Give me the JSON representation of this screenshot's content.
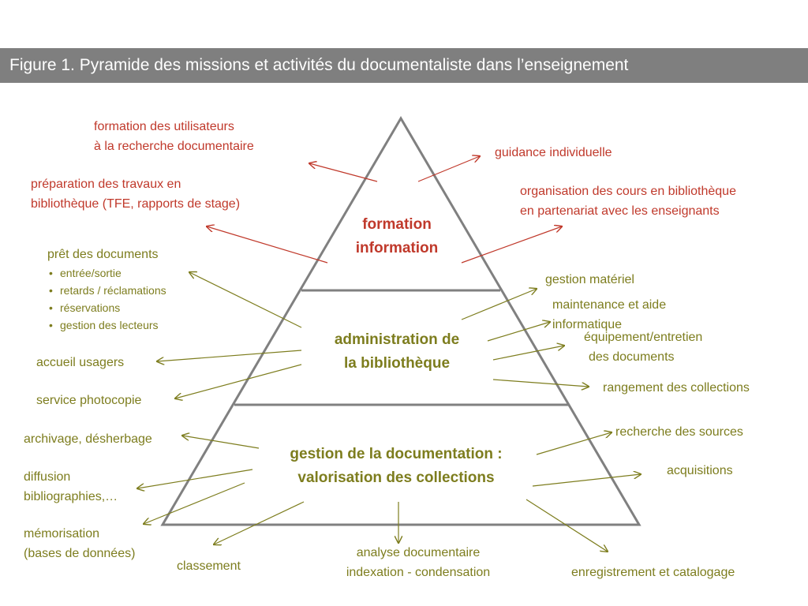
{
  "title": "Figure  1.  Pyramide des missions et activités du documentaliste dans l’enseignement",
  "colors": {
    "title_bg": "#7f7f7f",
    "red": "#c0392b",
    "olive": "#7d7d1e",
    "pyramid": "#808080"
  },
  "tiers": {
    "top": [
      "formation",
      "information"
    ],
    "middle": [
      "administration de",
      "la bibliothèque"
    ],
    "bottom": [
      "gestion de la documentation :",
      "valorisation des collections"
    ]
  },
  "labels": {
    "formation_utilisateurs": [
      "formation des utilisateurs",
      "à la recherche documentaire"
    ],
    "preparation_travaux": [
      "préparation des travaux en",
      "bibliothèque (TFE, rapports de stage)"
    ],
    "guidance": "guidance individuelle",
    "organisation_cours": [
      "organisation des cours en bibliothèque",
      "en partenariat avec les enseignants"
    ],
    "pret": {
      "heading": "prêt des documents",
      "items": [
        "entrée/sortie",
        "retards / réclamations",
        "réservations",
        "gestion des lecteurs"
      ]
    },
    "accueil": "accueil usagers",
    "photocopie": "service photocopie",
    "gestion_materiel": "gestion matériel",
    "maintenance": [
      "maintenance et aide",
      "informatique"
    ],
    "equipement": [
      "équipement/entretien",
      "des documents"
    ],
    "rangement": "rangement des collections",
    "archivage": "archivage, désherbage",
    "diffusion": [
      "diffusion",
      "bibliographies,…"
    ],
    "memorisation": [
      "mémorisation",
      "(bases de données)"
    ],
    "classement": "classement",
    "analyse": [
      "analyse documentaire",
      "indexation - condensation"
    ],
    "recherche": "recherche des sources",
    "acquisitions": "acquisitions",
    "enregistrement": "enregistrement et catalogage"
  }
}
